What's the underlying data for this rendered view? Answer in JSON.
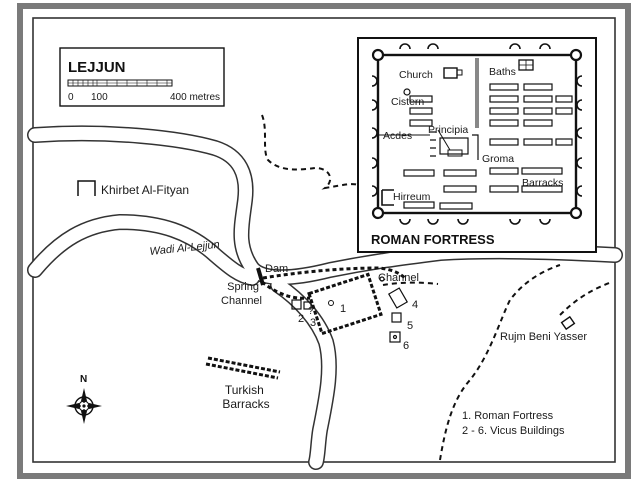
{
  "map": {
    "title": "LEJJUN",
    "scale": {
      "ticks": [
        "0",
        "100",
        "400 metres"
      ]
    },
    "place_labels": {
      "khirbet": "Khirbet Al-Fityan",
      "wadi": "Wadi Al-Lejjun",
      "dam": "Dam",
      "spring_channel": "Spring\nChannel",
      "channel": "Channel",
      "turkish_barracks": "Turkish\nBarracks",
      "rujm": "Rujm Beni Yasser",
      "north": "N"
    },
    "numbers": [
      "1",
      "2",
      "?",
      "3",
      "4",
      "5",
      "6"
    ],
    "legend": [
      "1. Roman Fortress",
      "2 - 6. Vicus Buildings"
    ]
  },
  "inset": {
    "title": "ROMAN FORTRESS",
    "labels": {
      "church": "Church",
      "baths": "Baths",
      "cistern": "Cistern",
      "principia": "Principia",
      "aedes": "Acdes",
      "groma": "Groma",
      "barracks": "Barracks",
      "horreum": "Hirreum"
    }
  },
  "colors": {
    "ink": "#1a1a1a",
    "frame": "#7a7a7a",
    "wadi_fill": "#ffffff",
    "background": "#ffffff"
  }
}
